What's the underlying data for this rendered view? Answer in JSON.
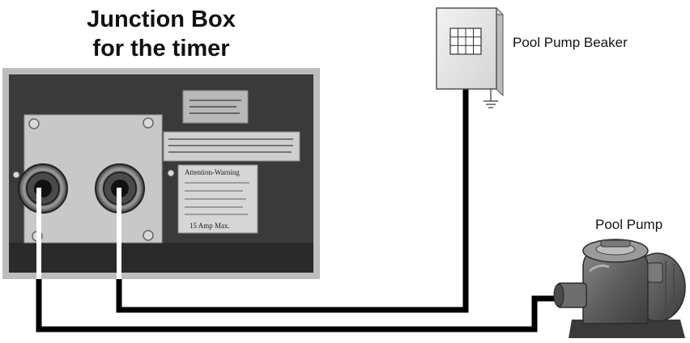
{
  "title": {
    "line1": "Junction Box",
    "line2": "for the timer"
  },
  "labels": {
    "breaker": "Pool Pump Beaker",
    "pump": "Pool Pump"
  },
  "photo_plate": {
    "header": "Attention-Warning",
    "footer": "15 Amp Max."
  },
  "colors": {
    "wire": "#000000",
    "wire_inside_photo": "#ffffff",
    "photo_dark": "#3a3a3a",
    "photo_plate": "#c8c8c8",
    "breaker_box": "#e6e6e6"
  },
  "icons": {
    "breaker_grid": "grid-icon",
    "ground": "ground-icon"
  }
}
